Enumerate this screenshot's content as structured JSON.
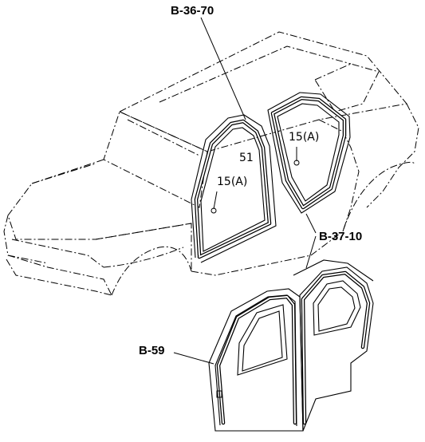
{
  "diagram": {
    "callouts": {
      "front_door_seal": "B-36-70",
      "rear_door_seal": "B-37-10",
      "door_assembly": "B-59"
    },
    "part_numbers": {
      "weatherstrip": "51",
      "clip_front": "15(A)",
      "clip_rear": "15(A)"
    }
  }
}
